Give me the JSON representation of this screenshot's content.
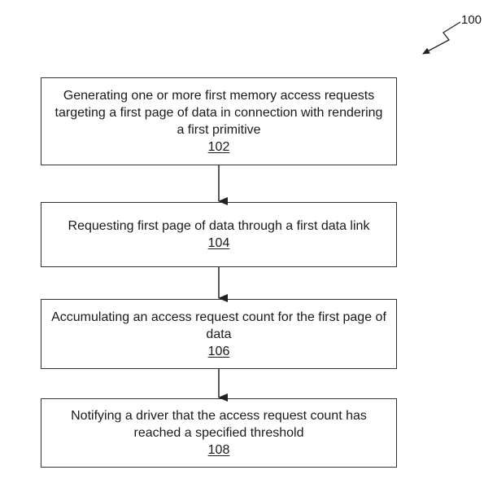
{
  "figure_label": "100",
  "steps": [
    {
      "text": "Generating one or more first memory access requests targeting a first page of data in connection with rendering a first primitive",
      "number": "102"
    },
    {
      "text": "Requesting first page of data through a first data link",
      "number": "104"
    },
    {
      "text": "Accumulating an access request count for the first page of data",
      "number": "106"
    },
    {
      "text": "Notifying a driver that the access request count has reached a specified threshold",
      "number": "108"
    }
  ]
}
